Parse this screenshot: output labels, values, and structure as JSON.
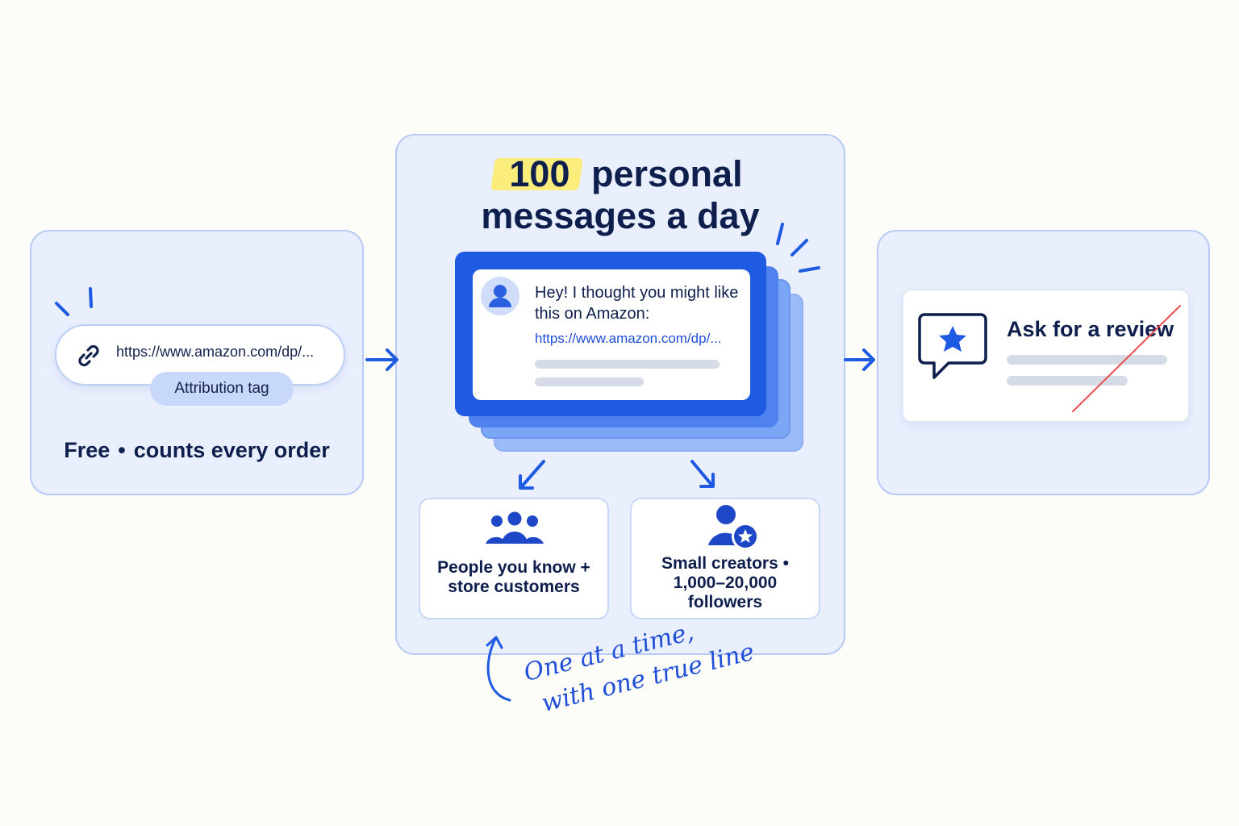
{
  "left_panel": {
    "url": "https://www.amazon.com/dp/...",
    "tag": "Attribution tag",
    "caption_a": "Free",
    "caption_sep": "•",
    "caption_b": "counts every order",
    "icon": "link-icon"
  },
  "center_panel": {
    "headline_number": "100",
    "headline_rest": "personal",
    "headline_line2": "messages a day",
    "message": {
      "text": "Hey! I thought you might like this on Amazon:",
      "link": "https://www.amazon.com/dp/...",
      "icon": "avatar-icon"
    },
    "cards": {
      "people": {
        "caption": "People you know + store customers",
        "icon": "group-icon"
      },
      "creators": {
        "line1": "Small creators •",
        "line2": "1,000–20,000",
        "line3": "followers",
        "icon": "creator-star-icon"
      }
    },
    "handwritten_line1": "One at a time,",
    "handwritten_line2": "with one true line"
  },
  "right_panel": {
    "title": "Ask for a review",
    "icon": "star-chat-icon",
    "crossed_out": true
  },
  "colors": {
    "accent": "#1f5ae2",
    "panel": "#e9effd",
    "highlight": "#fbed7c",
    "strike": "#ef4b4b"
  }
}
